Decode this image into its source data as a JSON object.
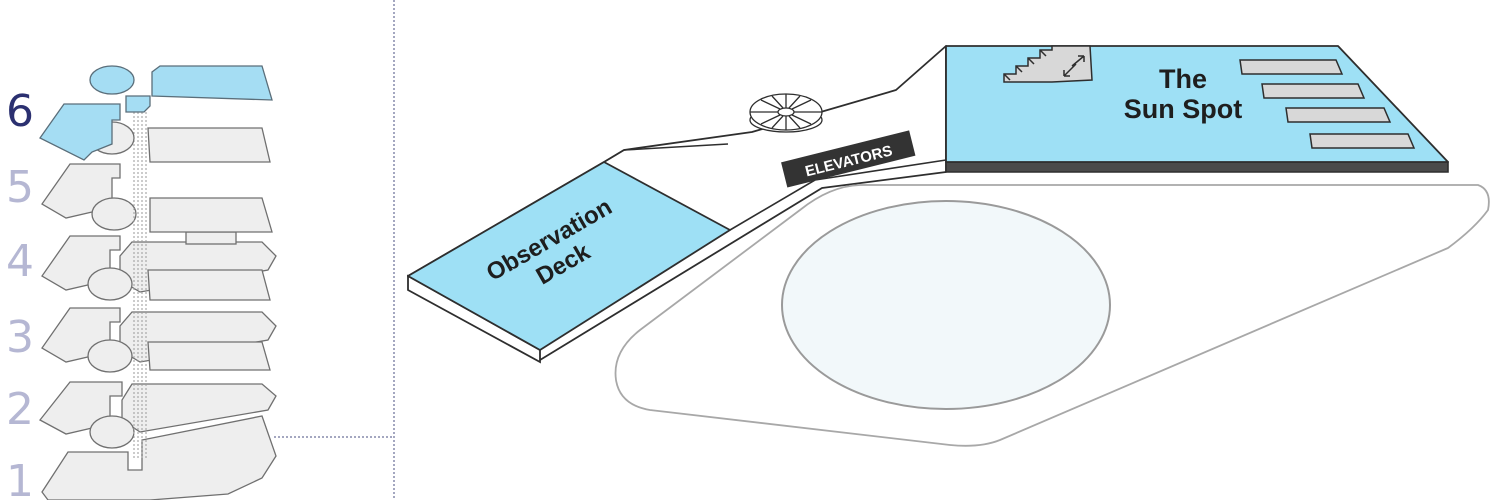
{
  "floors": {
    "items": [
      {
        "label": "1"
      },
      {
        "label": "2"
      },
      {
        "label": "3"
      },
      {
        "label": "4"
      },
      {
        "label": "5"
      },
      {
        "label": "6"
      }
    ],
    "active": "6"
  },
  "areas": {
    "observation_deck": {
      "line1": "Observation",
      "line2": "Deck"
    },
    "elevators": {
      "label": "ELEVATORS"
    },
    "sun_spot": {
      "line1": "The",
      "line2": "Sun Spot"
    }
  },
  "colors": {
    "highlight": "#9ee0f5",
    "active_floor": "#2b3070",
    "inactive_floor": "#b5b7d3"
  }
}
